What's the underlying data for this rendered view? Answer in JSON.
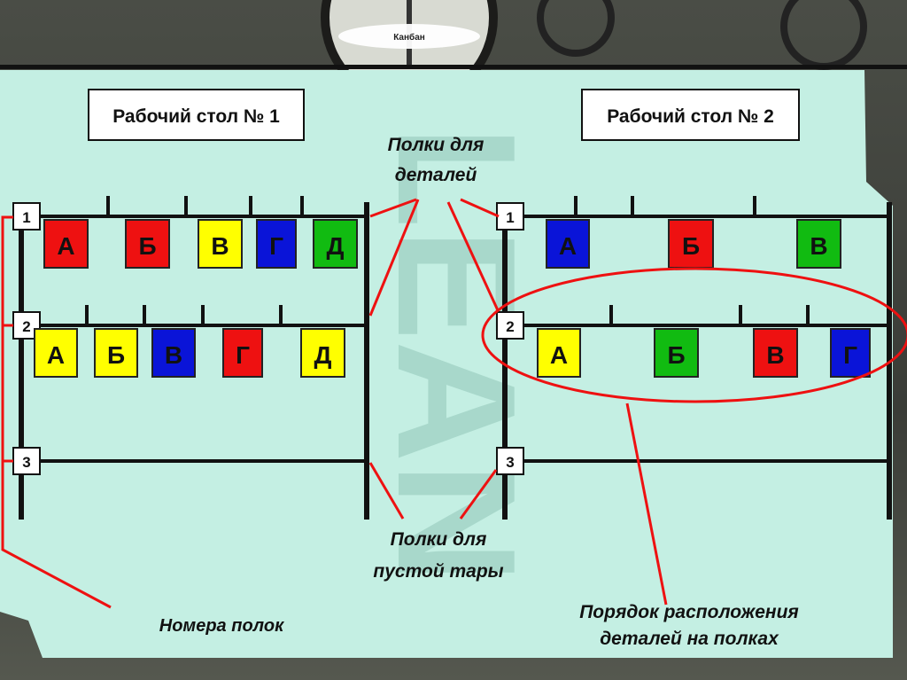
{
  "header": {
    "title": "Канбан"
  },
  "desks": [
    {
      "title": "Рабочий стол № 1",
      "shelves": [
        {
          "number": "1",
          "boxes": [
            {
              "label": "А",
              "color": "#ee1111"
            },
            {
              "label": "Б",
              "color": "#ee1111"
            },
            {
              "label": "В",
              "color": "#ffff00"
            },
            {
              "label": "Г",
              "color": "#0a14d8"
            },
            {
              "label": "Д",
              "color": "#11bb11"
            }
          ]
        },
        {
          "number": "2",
          "boxes": [
            {
              "label": "А",
              "color": "#ffff00"
            },
            {
              "label": "Б",
              "color": "#ffff00"
            },
            {
              "label": "В",
              "color": "#0a14d8"
            },
            {
              "label": "Г",
              "color": "#ee1111"
            },
            {
              "label": "Д",
              "color": "#ffff00"
            }
          ]
        },
        {
          "number": "3",
          "boxes": []
        }
      ]
    },
    {
      "title": "Рабочий стол № 2",
      "shelves": [
        {
          "number": "1",
          "boxes": [
            {
              "label": "А",
              "color": "#0a14d8"
            },
            {
              "label": "Б",
              "color": "#ee1111"
            },
            {
              "label": "В",
              "color": "#11bb11"
            }
          ]
        },
        {
          "number": "2",
          "boxes": [
            {
              "label": "А",
              "color": "#ffff00"
            },
            {
              "label": "Б",
              "color": "#11bb11"
            },
            {
              "label": "В",
              "color": "#ee1111"
            },
            {
              "label": "Г",
              "color": "#0a14d8"
            }
          ]
        },
        {
          "number": "3",
          "boxes": []
        }
      ]
    }
  ],
  "annotations": {
    "parts_shelves": [
      "Полки для",
      "деталей"
    ],
    "empty_shelves": [
      "Полки для",
      "пустой тары"
    ],
    "shelf_numbers": "Номера полок",
    "order": [
      "Порядок расположения",
      "деталей на полках"
    ]
  },
  "watermark": "LEAN",
  "colors": {
    "panel": "#c4efe3",
    "accent": "#ee1111"
  }
}
